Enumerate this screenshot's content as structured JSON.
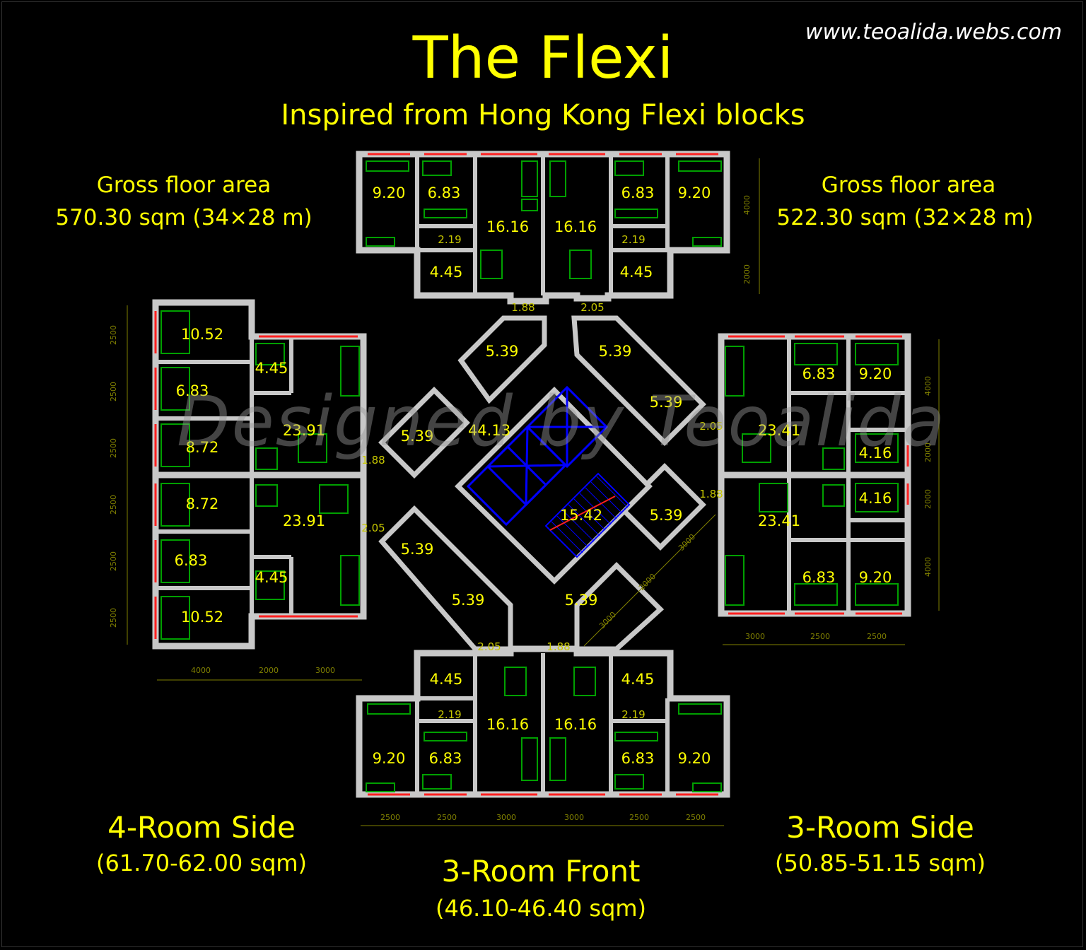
{
  "header": {
    "title": "The Flexi",
    "subtitle": "Inspired from Hong Kong Flexi blocks",
    "website": "www.teoalida.webs.com",
    "watermark": "Designed by Teoalida"
  },
  "gross_floor_area": {
    "left_label": "Gross floor area",
    "left_value": "570.30 sqm (34×28 m)",
    "right_label": "Gross floor area",
    "right_value": "522.30 sqm (32×28 m)"
  },
  "unit_types": {
    "four_room_side": {
      "title": "4-Room Side",
      "area": "(61.70-62.00 sqm)"
    },
    "three_room_side": {
      "title": "3-Room Side",
      "area": "(50.85-51.15 sqm)"
    },
    "three_room_front": {
      "title": "3-Room Front",
      "area": "(46.10-46.40 sqm)"
    }
  },
  "room_areas": {
    "top": [
      "9.20",
      "6.83",
      "16.16",
      "16.16",
      "6.83",
      "9.20",
      "2.19",
      "2.19",
      "4.45",
      "4.45",
      "1.88",
      "2.05"
    ],
    "left": [
      "10.52",
      "4.45",
      "6.83",
      "23.91",
      "8.72",
      "1.88",
      "8.72",
      "23.91",
      "2.05",
      "6.83",
      "4.45",
      "10.52"
    ],
    "right": [
      "6.83",
      "9.20",
      "23.41",
      "4.16",
      "2.05",
      "4.16",
      "1.88",
      "23.41",
      "6.83",
      "9.20"
    ],
    "bottom": [
      "2.05",
      "1.88",
      "4.45",
      "4.45",
      "2.19",
      "2.19",
      "16.16",
      "16.16",
      "9.20",
      "6.83",
      "6.83",
      "9.20"
    ],
    "core": [
      "5.39",
      "5.39",
      "5.39",
      "5.39",
      "5.39",
      "5.39",
      "5.39",
      "5.39",
      "44.13",
      "15.42"
    ]
  },
  "dimensions": {
    "top_right": [
      "4000",
      "2000"
    ],
    "left": [
      "2500",
      "2500",
      "2500",
      "2500",
      "2500",
      "2500"
    ],
    "right": [
      "4000",
      "2000",
      "2000",
      "4000"
    ],
    "left_bottom": [
      "4000",
      "2000",
      "3000"
    ],
    "right_bottom": [
      "3000",
      "2500",
      "2500"
    ],
    "bottom": [
      "2500",
      "2500",
      "3000",
      "3000",
      "2500",
      "2500"
    ],
    "diagonal": [
      "3000",
      "2000",
      "3000"
    ]
  },
  "colors": {
    "text": "#ffff00",
    "wall": "#c8c8c8",
    "furniture": "#00a000",
    "window": "#ff0000",
    "lift": "#0000ff",
    "dimension": "#808000"
  }
}
